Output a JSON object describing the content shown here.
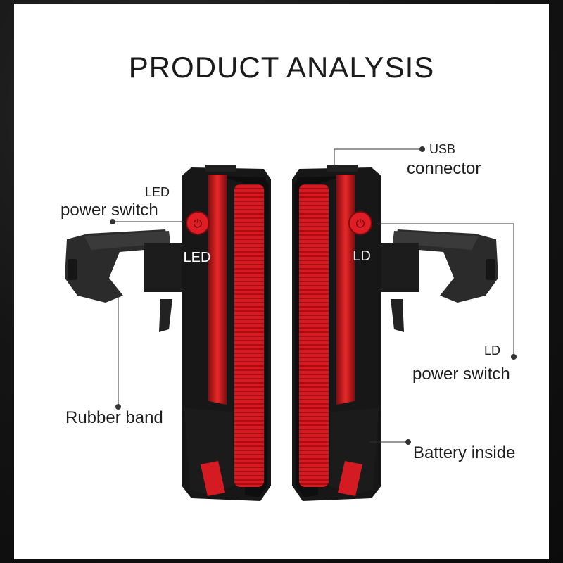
{
  "title": "PRODUCT ANALYSIS",
  "labels": {
    "led_line1": "LED",
    "led_line2": "power switch",
    "usb_line1": "USB",
    "usb_line2": "connector",
    "ld_line1": "LD",
    "ld_line2": "power switch",
    "rubber_band": "Rubber band",
    "battery_inside": "Battery inside"
  },
  "device_labels": {
    "left_button_text": "LED",
    "right_button_text": "LD"
  },
  "colors": {
    "accent_red": "#e01d24",
    "body_black": "#151515",
    "text": "#1e1e1e"
  }
}
